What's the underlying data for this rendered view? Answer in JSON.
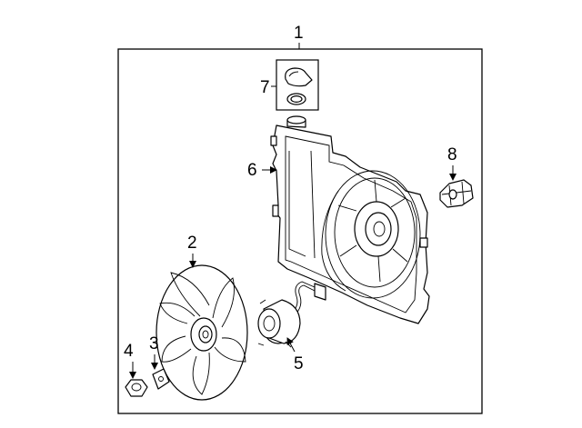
{
  "diagram": {
    "callouts": [
      {
        "id": "1",
        "label": "1"
      },
      {
        "id": "2",
        "label": "2"
      },
      {
        "id": "3",
        "label": "3"
      },
      {
        "id": "4",
        "label": "4"
      },
      {
        "id": "5",
        "label": "5"
      },
      {
        "id": "6",
        "label": "6"
      },
      {
        "id": "7",
        "label": "7"
      },
      {
        "id": "8",
        "label": "8"
      }
    ],
    "parts": [
      {
        "callout": "1",
        "icon": "fan-shroud-assembly-icon"
      },
      {
        "callout": "2",
        "icon": "fan-blade-icon"
      },
      {
        "callout": "3",
        "icon": "clip-icon"
      },
      {
        "callout": "4",
        "icon": "nut-icon"
      },
      {
        "callout": "5",
        "icon": "fan-motor-icon"
      },
      {
        "callout": "6",
        "icon": "fan-shroud-icon"
      },
      {
        "callout": "7",
        "icon": "cap-and-seal-icon"
      },
      {
        "callout": "8",
        "icon": "resistor-icon"
      }
    ],
    "colors": {
      "line": "#000000",
      "background": "#ffffff"
    }
  }
}
